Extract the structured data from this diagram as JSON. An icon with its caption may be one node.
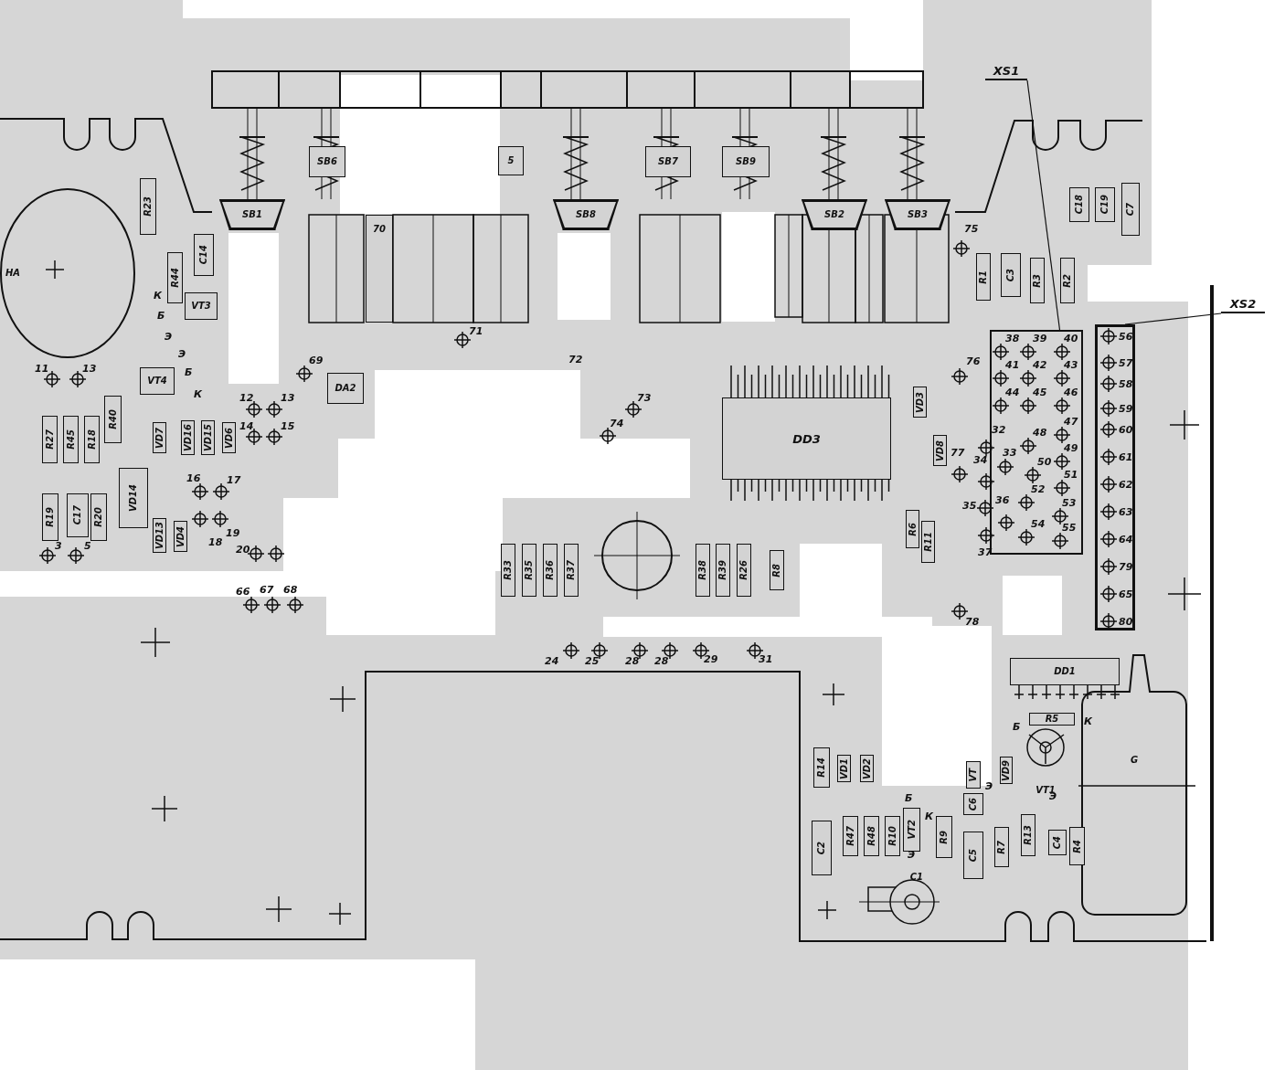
{
  "diagram": {
    "nodes": [
      {
        "text": [
          "HA"
        ]
      },
      {
        "text": [
          "SB1"
        ]
      },
      {
        "text": [
          "SB6"
        ]
      },
      {
        "text": [
          "5"
        ]
      },
      {
        "text": [
          "SB8"
        ]
      },
      {
        "text": [
          "SB7"
        ]
      },
      {
        "text": [
          "SB9"
        ]
      },
      {
        "text": [
          "SB2"
        ]
      },
      {
        "text": [
          "SB3"
        ]
      },
      {
        "text": [
          "R23"
        ]
      },
      {
        "text": [
          "R44"
        ]
      },
      {
        "text": [
          "C14"
        ]
      },
      {
        "text": [
          "VT3"
        ]
      },
      {
        "text": [
          "VT4"
        ]
      },
      {
        "text": [
          "DA2"
        ]
      },
      {
        "text": [
          "R27"
        ]
      },
      {
        "text": [
          "R45"
        ]
      },
      {
        "text": [
          "R18"
        ]
      },
      {
        "text": [
          "R40"
        ]
      },
      {
        "text": [
          "VD7"
        ]
      },
      {
        "text": [
          "VD16"
        ]
      },
      {
        "text": [
          "VD15"
        ]
      },
      {
        "text": [
          "VD6"
        ]
      },
      {
        "text": [
          "VD14"
        ]
      },
      {
        "text": [
          "R19"
        ]
      },
      {
        "text": [
          "C17"
        ]
      },
      {
        "text": [
          "R20"
        ]
      },
      {
        "text": [
          "VD13"
        ]
      },
      {
        "text": [
          "VD4"
        ]
      },
      {
        "text": [
          "R33"
        ]
      },
      {
        "text": [
          "R35"
        ]
      },
      {
        "text": [
          "R36"
        ]
      },
      {
        "text": [
          "R37"
        ]
      },
      {
        "text": [
          "R38"
        ]
      },
      {
        "text": [
          "R39"
        ]
      },
      {
        "text": [
          "R26"
        ]
      },
      {
        "text": [
          "R8"
        ]
      },
      {
        "text": [
          "R6"
        ]
      },
      {
        "text": [
          "R11"
        ]
      },
      {
        "text": [
          "VD3"
        ]
      },
      {
        "text": [
          "VD8"
        ]
      },
      {
        "text": [
          "DD3"
        ]
      },
      {
        "text": [
          "C18"
        ]
      },
      {
        "text": [
          "C19"
        ]
      },
      {
        "text": [
          "C7"
        ]
      },
      {
        "text": [
          "R1"
        ]
      },
      {
        "text": [
          "C3"
        ]
      },
      {
        "text": [
          "R3"
        ]
      },
      {
        "text": [
          "R2"
        ]
      },
      {
        "text": [
          "XS1"
        ]
      },
      {
        "text": [
          "XS2"
        ]
      },
      {
        "text": [],
        "shape": "box"
      },
      {
        "text": [],
        "shape": "bar"
      },
      {
        "text": [
          "DD1"
        ]
      },
      {
        "text": [
          "R5"
        ]
      },
      {
        "text": [
          "VT1"
        ]
      },
      {
        "text": [
          "G"
        ]
      },
      {
        "text": [
          "R14"
        ]
      },
      {
        "text": [
          "VD1"
        ]
      },
      {
        "text": [
          "VD2"
        ]
      },
      {
        "text": [
          "VT"
        ]
      },
      {
        "text": [
          "VD9"
        ]
      },
      {
        "text": [
          "C6"
        ]
      },
      {
        "text": [
          "R47"
        ]
      },
      {
        "text": [
          "R48"
        ]
      },
      {
        "text": [
          "R10"
        ]
      },
      {
        "text": [
          "VT2"
        ]
      },
      {
        "text": [
          "R9"
        ]
      },
      {
        "text": [
          "C5"
        ]
      },
      {
        "text": [
          "R7"
        ]
      },
      {
        "text": [
          "R13"
        ]
      },
      {
        "text": [
          "C4"
        ]
      },
      {
        "text": [
          "R4"
        ]
      },
      {
        "text": [
          "C2"
        ]
      },
      {
        "text": [
          "C1"
        ]
      },
      {
        "text": [
          "70"
        ]
      }
    ],
    "edges": [
      {
        "from": 49,
        "to": 51,
        "arrow": "none"
      },
      {
        "from": 50,
        "to": 52,
        "arrow": "none"
      }
    ],
    "labels": [
      "11",
      "13",
      "12",
      "13",
      "14",
      "15",
      "69",
      "71",
      "72",
      "73",
      "74",
      "75",
      "76",
      "К",
      "Б",
      "Э",
      "Э",
      "Б",
      "К",
      "16",
      "17",
      "18",
      "19",
      "3",
      "5",
      "20",
      "66",
      "67",
      "68",
      "32",
      "33",
      "34",
      "77",
      "35",
      "36",
      "37",
      "78",
      "38",
      "39",
      "40",
      "41",
      "42",
      "43",
      "44",
      "45",
      "46",
      "47",
      "48",
      "49",
      "50",
      "51",
      "52",
      "53",
      "54",
      "55",
      "56",
      "57",
      "58",
      "59",
      "60",
      "61",
      "62",
      "63",
      "64",
      "79",
      "65",
      "80",
      "24",
      "25",
      "28",
      "28",
      "29",
      "31",
      "Б",
      "К",
      "Э",
      "Э",
      "Б",
      "К",
      "Э"
    ]
  }
}
